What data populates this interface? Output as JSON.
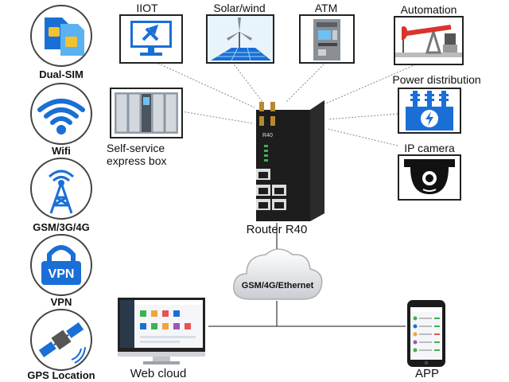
{
  "left_features": [
    {
      "label": "Dual-SIM",
      "icon": "sim-card-icon"
    },
    {
      "label": "Wifi",
      "icon": "wifi-icon"
    },
    {
      "label": "GSM/3G/4G",
      "icon": "cell-tower-icon"
    },
    {
      "label": "VPN",
      "icon": "vpn-lock-icon"
    },
    {
      "label": "GPS Location",
      "icon": "satellite-icon"
    }
  ],
  "applications": {
    "iiot": "IIOT",
    "solar_wind": "Solar/wind",
    "atm": "ATM",
    "automation": "Automation",
    "power_distribution": "Power distribution",
    "ip_camera": "IP camera",
    "express_box_line1": "Self-service",
    "express_box_line2": "express box"
  },
  "router": {
    "label": "Router R40",
    "model_mark": "R40"
  },
  "cloud": {
    "label": "GSM/4G/Ethernet"
  },
  "web_cloud": {
    "label": "Web cloud"
  },
  "app": {
    "label": "APP"
  },
  "colors": {
    "accent_blue": "#1a6fd6",
    "line_gray": "#777777",
    "router_body": "#1d1d1d"
  }
}
